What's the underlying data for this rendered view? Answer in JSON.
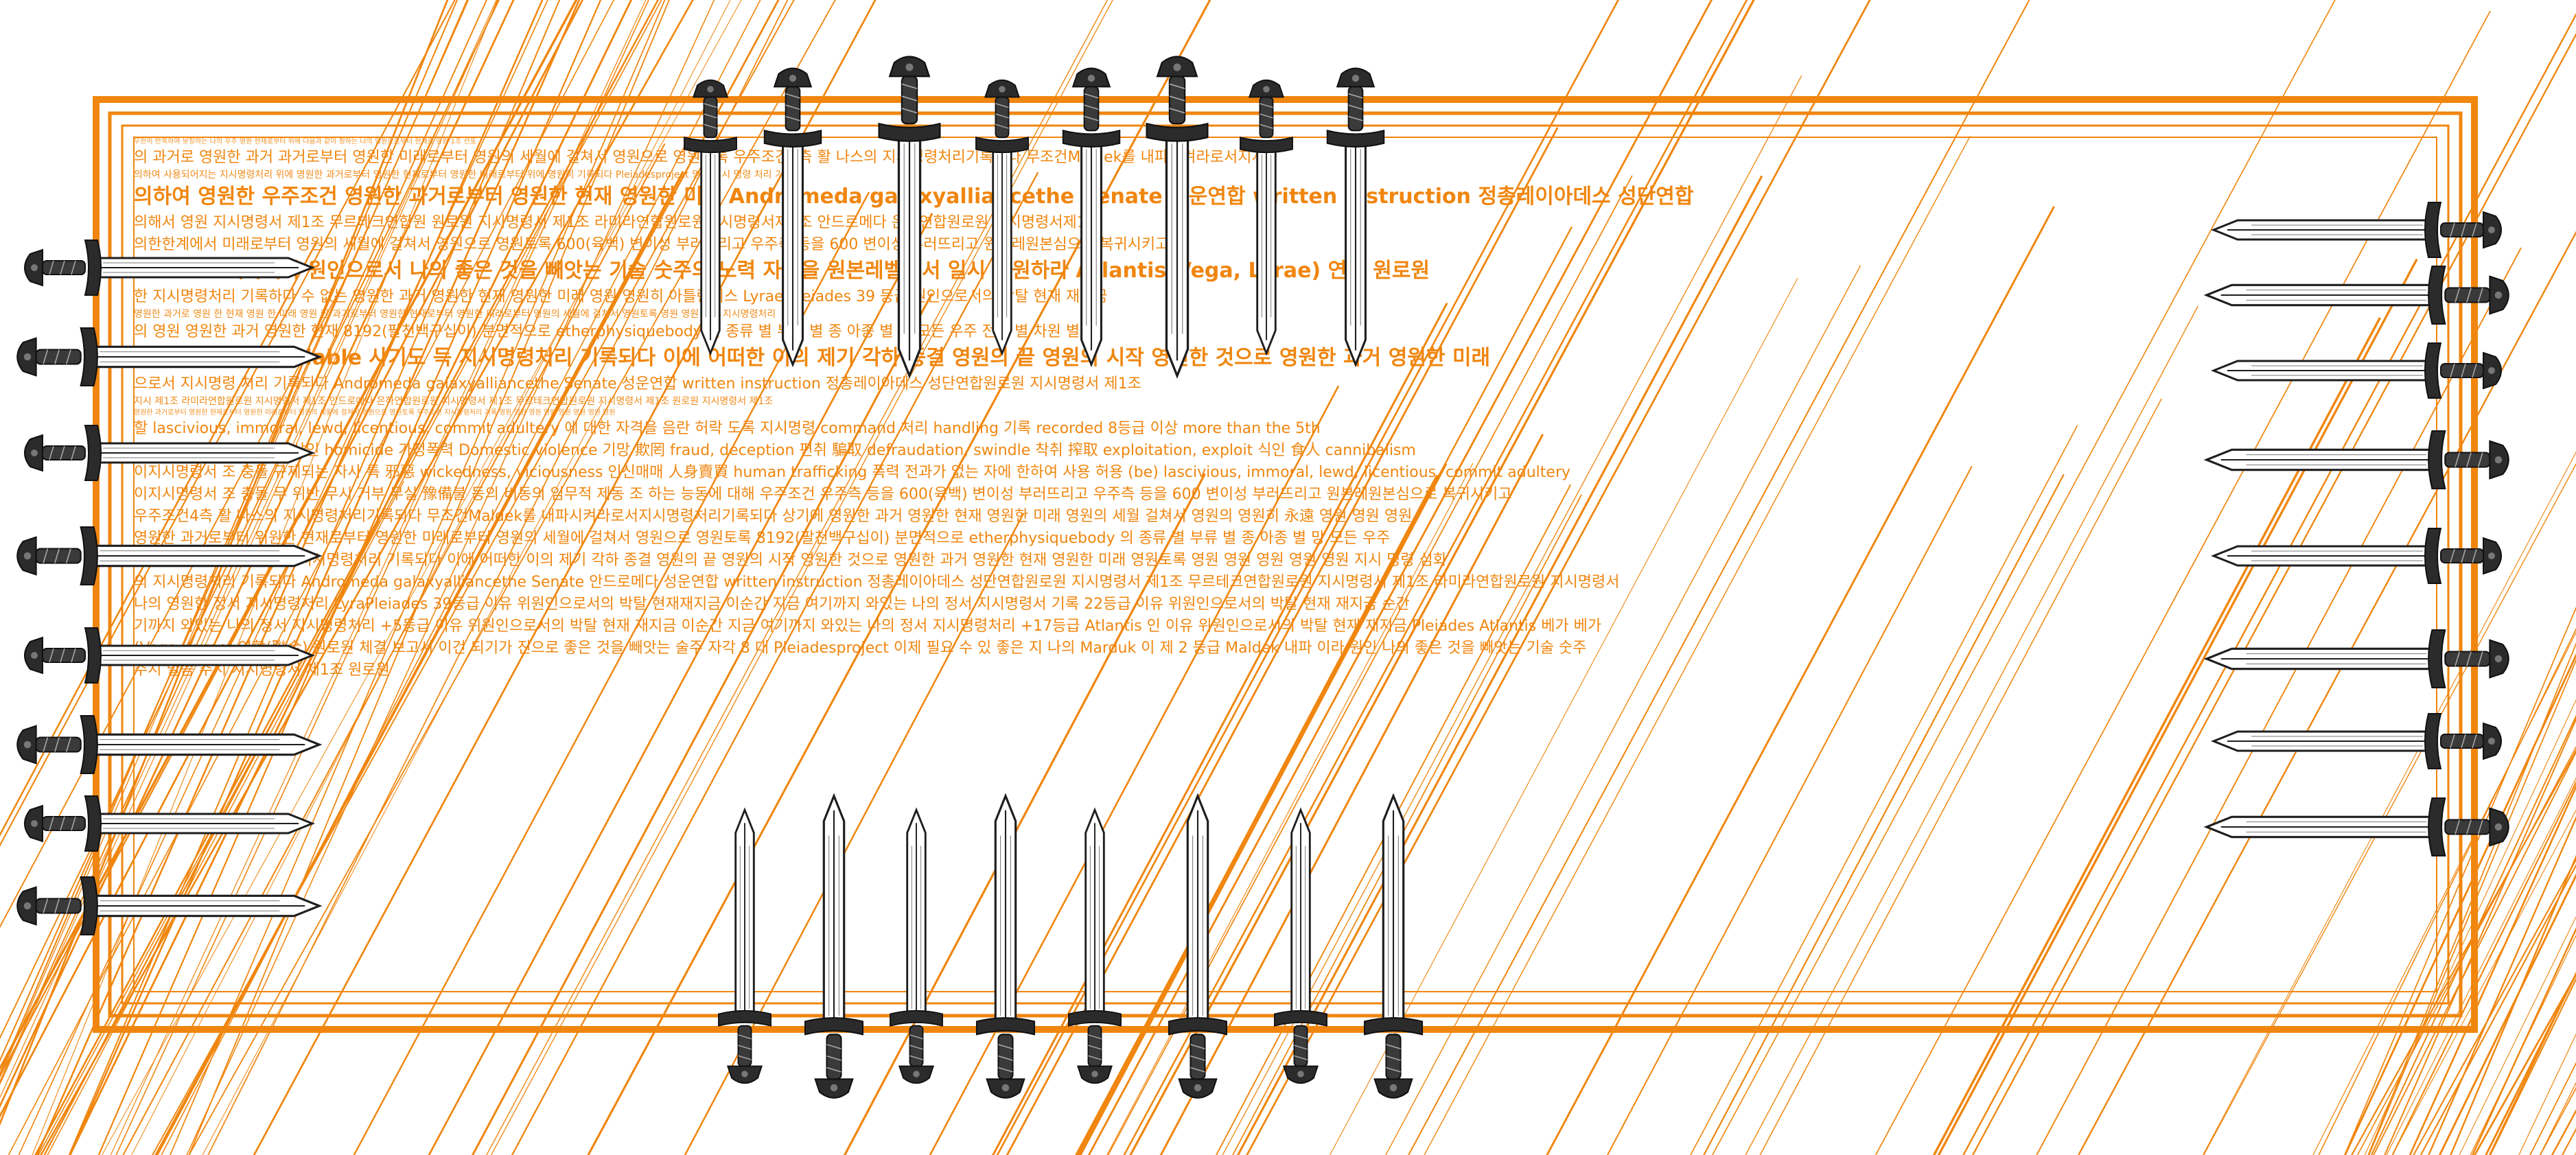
{
  "colors": {
    "accent": "#f0860f",
    "background": "#ffffff",
    "blade": "#ffffff",
    "ink": "#1e1e1e"
  },
  "icons": {
    "sword": "sword-icon"
  },
  "text_lines": [
    {
      "size": "tiny",
      "text": "무한히 반복하여 보장하는 나의 우주 영원 현재로부터 위에 다음과 같이 정하는 나의 영원으로부터 현재로 영원 1조 선포"
    },
    {
      "size": "mid",
      "text": "의 과거로 영원한 과거 과거로부터 영원한 미래로부터 영원의 세월에 걸쳐서 영원으로 영원토록 우주조건4측 활 나스의 지시명령처리기록되다 무조건Maldek를 내파시켜라로서지시"
    },
    {
      "size": "small",
      "text": "의하여 사용되어지는 지시명령처리 위에 영원한 과거로부터 영원한 현재로부터 영원한 미래로부터 위에 영원히 기록되다 Pleiadesproject 영원 지시 명령 처리 기록"
    },
    {
      "size": "big",
      "text": "의하여 영원한 우주조건 영원한 과거로부터 영원한 현재 영원한 미래 Andromeda galaxyalliancethe Senate 성운연합 written instruction 정총레이아데스 성단연합"
    },
    {
      "size": "mid",
      "text": "의해서 영원 지시명령서 제1조 무르테크연합원 원로원 지시명령서 제1조 라미라연합원로원지시명령서제1조 안드로메다 은하연합원로원 지시명령서제1조"
    },
    {
      "size": "mid",
      "text": "의한한계에서 미래로부터 영원의 세월에 걸쳐서 영원으로 영원토록 600(육백) 변이성 부러뜨리고 우주측 등을 600 변이성 부러뜨리고 원본레원본심으로 복귀시키고"
    },
    {
      "size": "big",
      "text": "Maldek 내파이라 원인으로서 나의 좋은 것을 빼앗는 기술 숫주의 노력 자격을 원본레벨로서 일시 환원하라 Atlantis(Vega, Lyrae) 연합 원로원"
    },
    {
      "size": "mid",
      "text": "한 지시명령처리 기록하다 수 없는 영원한 과거 영원한 현재 영원한 미래 영원 영원히 아틀란티스 Lyrae Pleiades 39 등급 원인으로서의 박탈 현재 재지금"
    },
    {
      "size": "small",
      "text": "영원한 과거로 영원 한 현재 영원 한 미래 영원 한 과거로부터 영원한 현재로부터 영원한 미래로부터 영원의 세월에 걸쳐서 영원토록 영원 영원 영원 지시명령처리"
    },
    {
      "size": "mid",
      "text": "의 영원 영원한 과거 영원한 현재 8192(팔천백구십이) 분면적으로 etherphysiquebody 의 종류 별 부류 별 종 아종 별 망 모든 우주 전체 별 차원 별"
    },
    {
      "size": "big",
      "text": "수의 영원의 결정 Diable 사기도 득 지시명령처리 기록되다 이에 어떠한 이의 제기 각하 종결 영원의 끝 영원의 시작 영원한 것으로 영원한 과거 영원한 미래"
    },
    {
      "size": "mid",
      "text": "으로서 지시명령 처리 기록되다 Andromeda galaxyalliancethe Senate 성운연합 written instruction 정총레이아데스 성단연합원로원 지시명령서 제1조"
    },
    {
      "size": "small",
      "text": "지시 제1조 라미라연합원로원 지시명령서 제1조 안드로메다 은하연합원로원 지시명령서 제1조 무르테크연합원로원 지시명령서 제1조 원로원 지시명령서 제1조"
    },
    {
      "size": "tiny",
      "text": "영원한 과거로부터 영원한 현재로부터 영원한 미래로부터 영원의 세월에 걸쳐서 영원으로 영원토록 우주조건 지시명령처리 기록 영원 영원 영원 영원 영원 영원 영원 영원"
    },
    {
      "size": "mid",
      "text": "할 lascivious, immoral, lewd, licentious, commit adultery 에 대한 자격을 음란 허락 도록 지시명령 command 처리 handling 기록 recorded 8등급 이상 more than the 5th"
    },
    {
      "size": "mid",
      "text": "로서 살인 죽인 murder 살인 homicide 가정폭력 Domestic violence 기망 欺罔 fraud, deception 편취 騙取 defraudation, swindle 착취 搾取 exploitation, exploit 식인 食人 cannibalism"
    },
    {
      "size": "mid",
      "text": "이지시명령서 조 충돌 규제되는 자사 특 邪惡 wickedness, viciousness 인신매매 人身賣買 human trafficking 폭력 전과가 없는 자에 한하여 사용 허용 (be) lascivious, immoral, lewd, licentious, commit adultery"
    },
    {
      "size": "mid",
      "text": "이지시명령서 조 충돌 무 위반 무시 거부 무실 豫備불 동의 비동의 임무적 제동 조 하는 능동에 대해 우주조건 우주측 등을 600(육백) 변이성 부러뜨리고 우주측 등을 600 변이성 부러뜨리고 원본레원본심으로 복귀시키고"
    },
    {
      "size": "mid",
      "text": "우주조건4측 활 나스의 지시명령처리기록되다 무조건Maldek를 내파시켜라로서지시명령처리기록되다 상기에 영원한 과거 영원한 현재 영원한 미래 영원의 세월 걸쳐서 영원의 영원히 永遠 영원 영원 영원"
    },
    {
      "size": "mid",
      "text": "영원한 과거로부터 위원한 현재로부터 영원한 미래로부터 영원의 세월에 걸쳐서 영원으로 영원토록 8192(팔천백구십이) 분면적으로 etherphysiquebody 의 종류 별 부류 별 종 아종 별 망 모든 우주"
    },
    {
      "size": "mid",
      "text": "영원한 Diable 사기도 득 지시명령처리 기록되다 이에 어떠한 이의 제기 각하 종결 영원의 끝 영원의 시작 영원한 것으로 영원한 과거 영원한 현재 영원한 미래 영원토록 영원 영원 영원 영원 영원 지시 명령 심화"
    },
    {
      "size": "mid",
      "text": "의 지시명령처리 기록되다 Andromeda galaxyalliancethe Senate 안드로메다 성운연합 written instruction 정총레이아데스 성단연합원로원 지시명령서 제1조 무르테크연합원로원 지시명령서 제1조 라미라연합원로원 지시명령서"
    },
    {
      "size": "mid",
      "text": "나의 영원한 정서 지시명령처리 LyraPleiades 39등급 이유 위원인으로서의 박탈 현재재지금 이순간 지금 여기까지 와있는 나의 정서 지시명령서 기록 22등급 이유 위원인으로서의 박탈 현재 재지금 순간"
    },
    {
      "size": "mid",
      "text": "기까지 와있는 나의 정서 지시명령처리 +5등급 이유 위원인으로서의 박탈 현재 재지금 이순간 지금 여기까지 와있는 나의 정서 지시명령처리 +17등급 Atlantis 인 이유 위원인으로서의 박탈 현재 재지금 Pleiades Atlantis 베가 베가"
    },
    {
      "size": "mid",
      "text": "(Vega, Lyrae) 연합(聯合) 원로원 체결 보고서 이건 되기가 진으로 좋은 것을 빼앗는 술주 자각 8 대 Pleiadesproject 이제 필요 수 있 좋은 지 나의 Marduk 이 제 2 등급 Maldek 내파 이라 원인 나의 좋은 것을 빼앗는 기술 숫주"
    },
    {
      "size": "mid",
      "text": "주시 말씀 주시 지시명령서 제1조 원로원"
    }
  ]
}
